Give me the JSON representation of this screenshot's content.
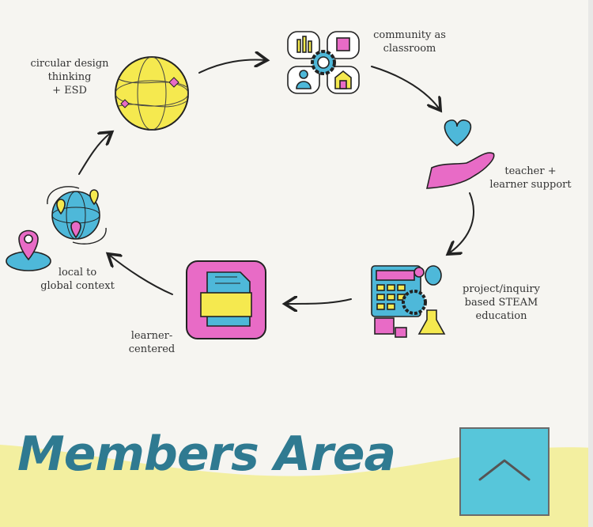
{
  "diagram": {
    "nodes": [
      {
        "id": "circular",
        "label": "circular design\nthinking\n+ ESD",
        "icon": "globe-icon"
      },
      {
        "id": "community",
        "label": "community as\nclassroom",
        "icon": "community-gear-icon"
      },
      {
        "id": "support",
        "label": "teacher +\nlearner support",
        "icon": "heart-hand-icon"
      },
      {
        "id": "steam",
        "label": "project/inquiry\nbased STEAM\neducation",
        "icon": "steam-tools-icon"
      },
      {
        "id": "learner",
        "label": "learner-\ncentered",
        "icon": "document-icon"
      },
      {
        "id": "local",
        "label": "local to\nglobal context",
        "icon": "world-pin-icon"
      }
    ]
  },
  "members": {
    "title": "Members Area"
  },
  "scroll_top": {
    "icon": "chevron-up-icon"
  },
  "colors": {
    "yellow": "#f5e94f",
    "pink": "#e86bc6",
    "blue": "#4eb8d9",
    "teal_text": "#2f7a91",
    "band": "#f3efa0",
    "button": "#57c6da"
  }
}
